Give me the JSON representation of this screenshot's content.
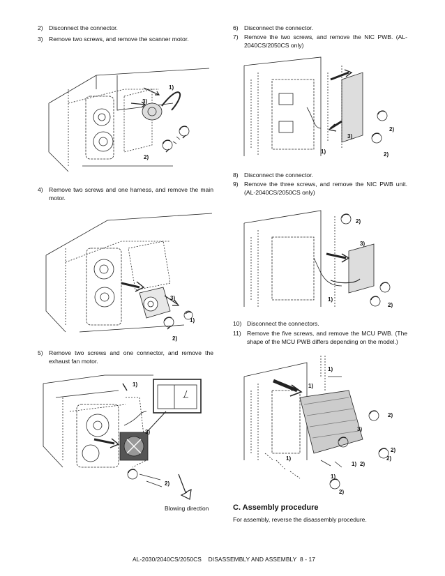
{
  "left_steps": [
    {
      "num": "2)",
      "text": "Disconnect the connector."
    },
    {
      "num": "3)",
      "text": "Remove two screws, and remove the scanner motor."
    },
    {
      "num": "4)",
      "text": "Remove two screws and one harness, and remove the main motor."
    },
    {
      "num": "5)",
      "text": "Remove two screws and one connector, and remove the exhaust fan motor."
    }
  ],
  "right_steps": [
    {
      "num": "6)",
      "text": "Disconnect the connector."
    },
    {
      "num": "7)",
      "text": "Remove the two screws, and remove the NIC PWB. (AL-2040CS/2050CS only)"
    },
    {
      "num": "8)",
      "text": "Disconnect the connector."
    },
    {
      "num": "9)",
      "text": "Remove the three screws, and remove the NIC PWB unit. (AL-2040CS/2050CS only)"
    },
    {
      "num": "10)",
      "text": "Disconnect the connectors."
    },
    {
      "num": "11)",
      "text": "Remove the five screws, and remove the MCU PWB. (The shape of the MCU PWB differs depending on the model.)"
    }
  ],
  "figures": {
    "scanner_motor": {
      "labels": [
        "1)",
        "2)",
        "3)"
      ]
    },
    "main_motor": {
      "labels": [
        "1)",
        "2)",
        "3)"
      ]
    },
    "exhaust_fan": {
      "labels": [
        "1)",
        "2)",
        "3)"
      ],
      "caption": "Blowing direction"
    },
    "nic_pwb": {
      "labels": [
        "1)",
        "2)",
        "2)",
        "3)"
      ]
    },
    "nic_unit": {
      "labels": [
        "1)",
        "2)",
        "2)",
        "3)"
      ]
    },
    "mcu_pwb": {
      "labels": [
        "1)",
        "1)",
        "1)",
        "1)",
        "1)",
        "2)",
        "2)",
        "2)",
        "2)",
        "2)",
        "3)"
      ]
    }
  },
  "assembly": {
    "heading": "C.  Assembly procedure",
    "text": "For assembly, reverse the disassembly procedure."
  },
  "footer": "AL-2030/2040CS/2050CS    DISASSEMBLY AND ASSEMBLY  8 - 17"
}
